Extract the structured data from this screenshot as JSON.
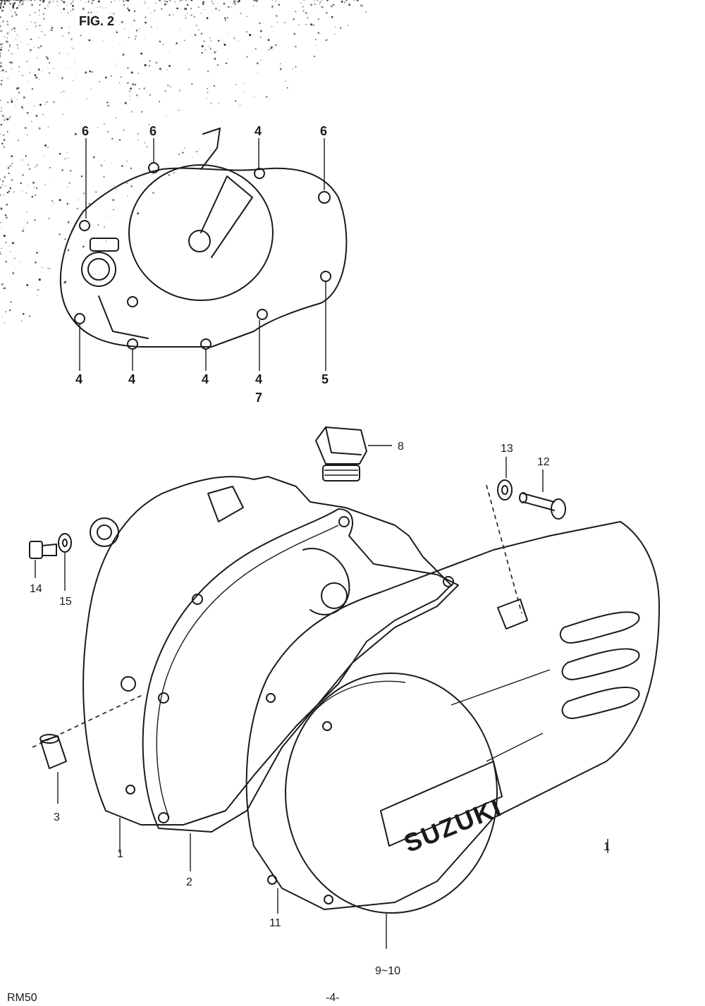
{
  "figure": {
    "label": "FIG. 2",
    "brand_text": "SUZUKI",
    "model": "RM50",
    "page_number": "-4-"
  },
  "callouts": {
    "top_cover": [
      "6",
      "6",
      "4",
      "6",
      "4",
      "4",
      "4",
      "4",
      "5",
      "7"
    ],
    "bottom_assembly": [
      "8",
      "13",
      "12",
      "14",
      "15",
      "3",
      "1",
      "2",
      "11",
      "9~10",
      "1"
    ]
  },
  "colors": {
    "ink": "#1a1a1a",
    "paper": "#ffffff"
  }
}
